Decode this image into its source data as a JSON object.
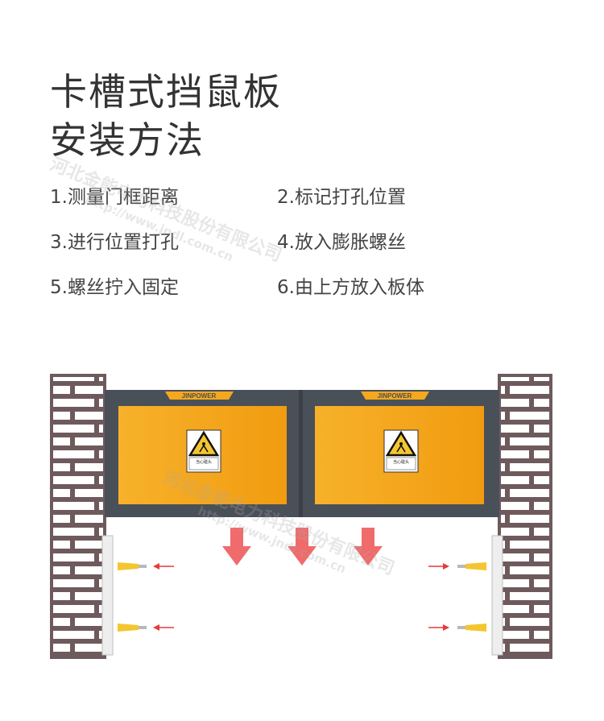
{
  "title": {
    "line1": "卡槽式挡鼠板",
    "line2": "安装方法"
  },
  "steps": [
    "1.测量门框距离",
    "2.标记打孔位置",
    "3.进行位置打孔",
    "4.放入膨胀螺丝",
    "5.螺丝拧入固定",
    "6.由上方放入板体"
  ],
  "illustration": {
    "brand_left": "JINPOWER",
    "brand_right": "JINPOWER",
    "sign_text": "当心碰头",
    "colors": {
      "panel": "#f5a81c",
      "frame": "#4a5058",
      "arrow": "#f06b6b",
      "anchor": "#f3c630",
      "brick": "#6e5a5c"
    },
    "icons": [
      "warning-triangle-icon",
      "down-arrow-icon",
      "left-arrow-icon",
      "right-arrow-icon",
      "expansion-anchor-icon"
    ]
  },
  "watermark": {
    "name": "河北金能电力科技股份有限公司",
    "url": "http://www.jndl.com.cn"
  }
}
